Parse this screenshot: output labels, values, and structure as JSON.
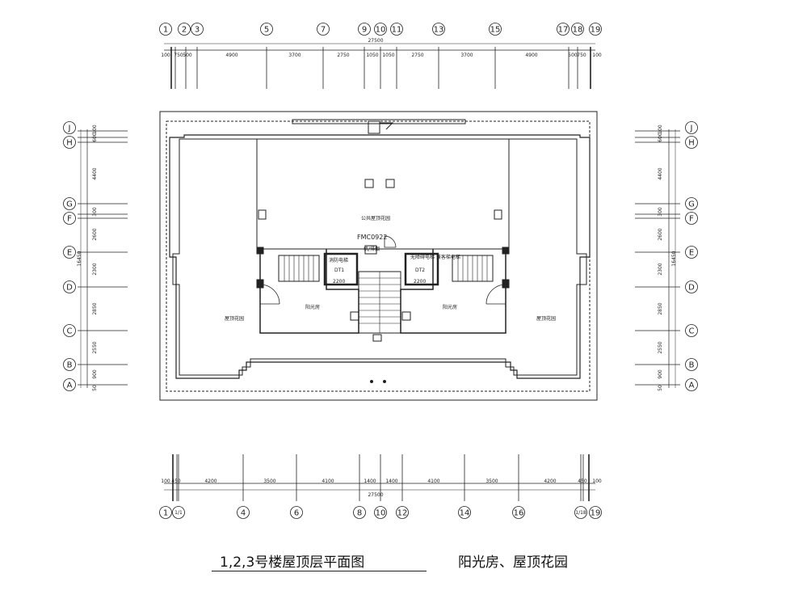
{
  "drawing": {
    "title": "1,2,3号楼屋顶层平面图",
    "subtitle": "阳光房、屋顶花园"
  },
  "top_axes": {
    "labels": [
      "1",
      "2",
      "3",
      "5",
      "7",
      "9",
      "10",
      "11",
      "13",
      "15",
      "17",
      "18",
      "19"
    ],
    "total": "27500",
    "dims": [
      "100",
      "750",
      "500",
      "4900",
      "3700",
      "2750",
      "1050",
      "1050",
      "2750",
      "3700",
      "4900",
      "500",
      "750",
      "100"
    ]
  },
  "bottom_axes": {
    "labels": [
      "1",
      "1/1",
      "4",
      "6",
      "8",
      "10",
      "12",
      "14",
      "16",
      "1/18",
      "19"
    ],
    "total": "27500",
    "dims": [
      "100",
      "450",
      "4200",
      "3500",
      "4100",
      "1400",
      "1400",
      "4100",
      "3500",
      "4200",
      "450",
      "100"
    ]
  },
  "left_axes": {
    "labels": [
      "J",
      "H",
      "G",
      "F",
      "E",
      "D",
      "C",
      "B",
      "A"
    ],
    "total": "16450",
    "dims": [
      "100",
      "600",
      "4400",
      "300",
      "2600",
      "2300",
      "2850",
      "2550",
      "900",
      "50"
    ]
  },
  "right_axes": {
    "labels": [
      "J",
      "H",
      "G",
      "F",
      "E",
      "D",
      "C",
      "B",
      "A"
    ],
    "total": "16450",
    "dims": [
      "100",
      "600",
      "4400",
      "300",
      "2600",
      "2300",
      "2850",
      "2550",
      "900",
      "50"
    ]
  },
  "rooms": {
    "public_garden": "公共屋顶花园",
    "roof_garden_left": "屋顶花园",
    "roof_garden_right": "屋顶花园",
    "sunroom_left": "阳光房",
    "sunroom_right": "阳光房",
    "elevator_left": "消防电梯",
    "elevator_right": "无障碍电梯\n兼客梯电梯",
    "elevator_left_tag": "DT1",
    "elevator_right_tag": "DT2",
    "door_tag": "FMC0922",
    "shaft_tag": "机/排烟",
    "lift_width_left": "2200",
    "lift_width_right": "2200"
  }
}
